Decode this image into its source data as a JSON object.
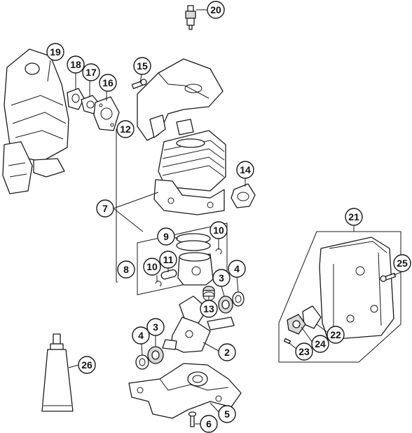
{
  "callouts": {
    "n2": "2",
    "n3a": "3",
    "n3b": "3",
    "n4a": "4",
    "n4b": "4",
    "n5": "5",
    "n6": "6",
    "n7": "7",
    "n8": "8",
    "n9": "9",
    "n10a": "10",
    "n10b": "10",
    "n11": "11",
    "n12": "12",
    "n13": "13",
    "n14": "14",
    "n15": "15",
    "n16": "16",
    "n17": "17",
    "n18": "18",
    "n19": "19",
    "n20": "20",
    "n21": "21",
    "n22": "22",
    "n23": "23",
    "n24": "24",
    "n25": "25",
    "n26": "26"
  },
  "colors": {
    "line": "#1a1a1a",
    "background": "#ffffff",
    "shade": "#d9d9d9"
  }
}
